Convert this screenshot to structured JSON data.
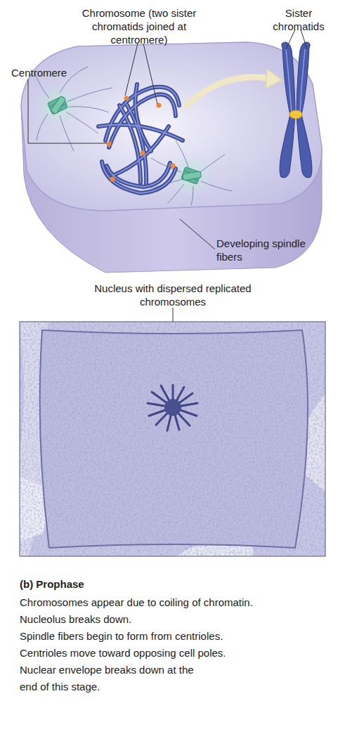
{
  "diagram": {
    "title": "(b) Prophase",
    "labels": [
      "Chromosome (two sister chromatids joined at centromere)",
      "Sister chromatids",
      "Centromere",
      "Developing spindle fibers",
      "Nucleus with dispersed replicated chromosomes",
      "Chromosomes appear due to coiling of chromatin.",
      "Nucleolus breaks down.",
      "Spindle fibers begin to form from centrioles.",
      "Centrioles move toward opposing cell poles.",
      "Nuclear envelope breaks down at the end of this stage."
    ]
  }
}
